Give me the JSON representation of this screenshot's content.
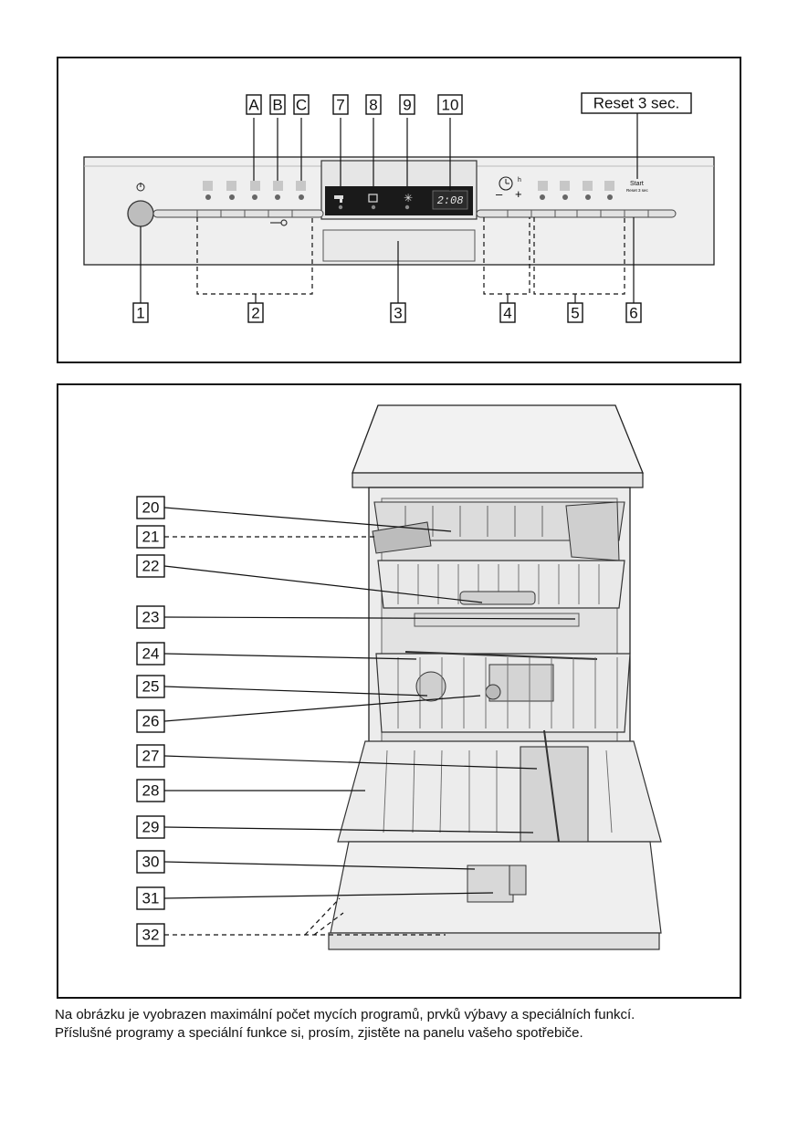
{
  "panel_labels": {
    "A": "A",
    "B": "B",
    "C": "C",
    "n7": "7",
    "n8": "8",
    "n9": "9",
    "n10": "10",
    "reset": "Reset 3 sec.",
    "n1": "1",
    "n2": "2",
    "n3": "3",
    "n4": "4",
    "n5": "5",
    "n6": "6"
  },
  "panel_display": {
    "time": "2:08",
    "hour_marker": "h",
    "minus": "–",
    "plus": "+",
    "start": "Start",
    "start_sub": "Reset 3 sec"
  },
  "dishwasher_labels": [
    "20",
    "21",
    "22",
    "23",
    "24",
    "25",
    "26",
    "27",
    "28",
    "29",
    "30",
    "31",
    "32"
  ],
  "caption": {
    "line1": "Na obrázku je vyobrazen maximální počet mycích programů, prvků výbavy a speciálních funkcí.",
    "line2": "Příslušné programy a speciální funkce si, prosím, zjistěte na panelu vašeho spotřebiče."
  },
  "icons": {
    "power": "power-icon",
    "key": "key-icon",
    "tap": "tap-icon",
    "salt": "salt-icon",
    "rinse": "rinse-aid-icon",
    "timer": "clock-icon"
  }
}
